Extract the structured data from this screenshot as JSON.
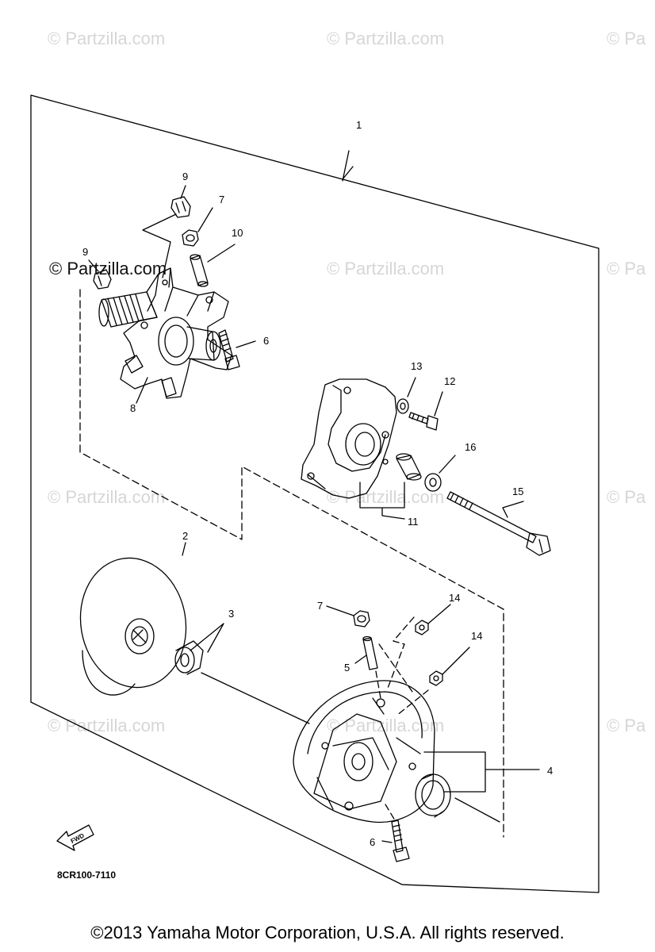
{
  "watermarks": {
    "text": "© Partzilla.com",
    "partial": "© Pa",
    "dark": "© Partzilla.com"
  },
  "callouts": {
    "c1": "1",
    "c2": "2",
    "c3": "3",
    "c4": "4",
    "c5": "5",
    "c6a": "6",
    "c6b": "6",
    "c7a": "7",
    "c7b": "7",
    "c8": "8",
    "c9a": "9",
    "c9b": "9",
    "c10": "10",
    "c11": "11",
    "c12": "12",
    "c13": "13",
    "c14a": "14",
    "c14b": "14",
    "c15": "15",
    "c16": "16"
  },
  "fwd_label": "FWD",
  "diagram_code": "8CR100-7110",
  "copyright": "©2013  Yamaha Motor Corporation, U.S.A. All rights reserved."
}
